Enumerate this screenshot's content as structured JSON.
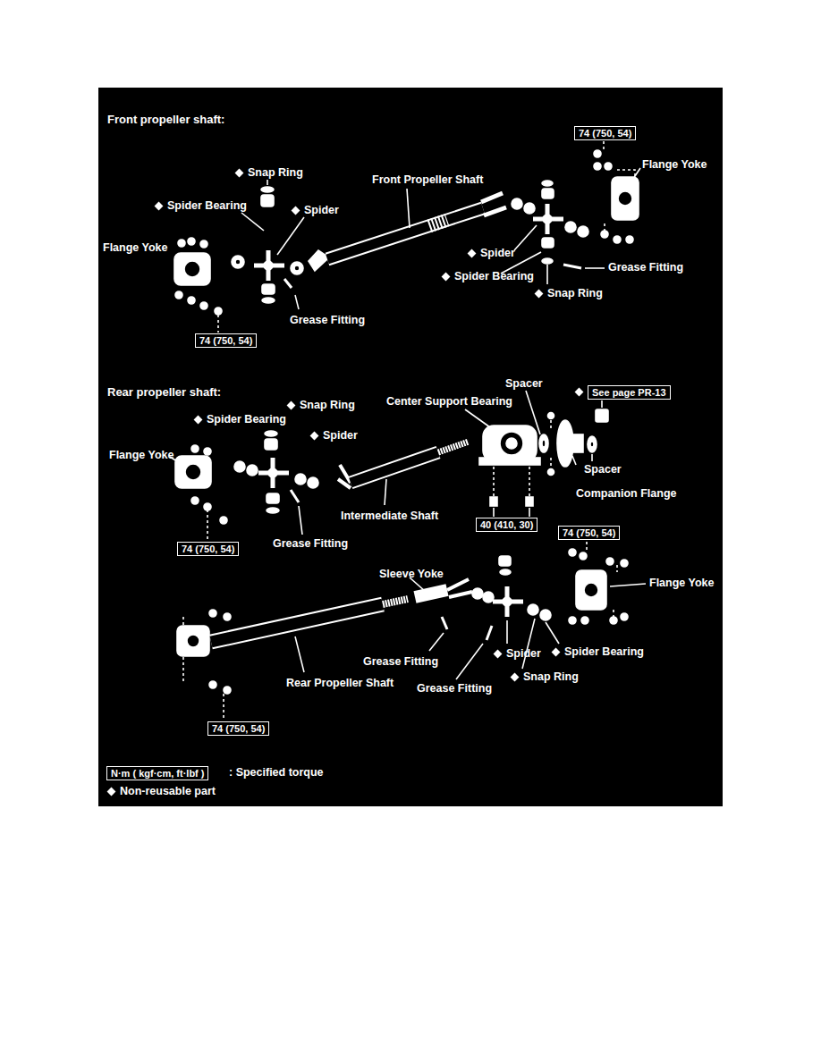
{
  "diagram": {
    "nodes": [
      {
        "text": [
          "74 (750, 54)"
        ]
      },
      {
        "text": [
          "74 (750, 54)"
        ]
      },
      {
        "text": [
          "See page PR-13"
        ]
      },
      {
        "text": [
          "40 (410, 30)"
        ]
      },
      {
        "text": [
          "74 (750, 54)"
        ]
      },
      {
        "text": [
          "74 (750, 54)"
        ]
      },
      {
        "text": [
          "74 (750, 54)"
        ]
      },
      {
        "text": [
          "N·m ( kgf·cm, ft·lbf )"
        ]
      }
    ],
    "edges": [],
    "labels": [
      "Front propeller shaft:",
      "Snap Ring",
      "Spider Bearing",
      "Spider",
      "Front Propeller Shaft",
      "Flange Yoke",
      "Flange Yoke",
      "Spider",
      "Grease Fitting",
      "Spider Bearing",
      "Snap Ring",
      "Grease Fitting",
      "Rear propeller shaft:",
      "Spacer",
      "Center Support Bearing",
      "Snap Ring",
      "Spider Bearing",
      "Spider",
      "Flange Yoke",
      "Spacer",
      "Companion Flange",
      "Intermediate Shaft",
      "Grease Fitting",
      "Sleeve Yoke",
      "Flange Yoke",
      "Spider Bearing",
      "Spider",
      "Grease Fitting",
      "Snap Ring",
      "Grease Fitting",
      "Rear Propeller Shaft",
      ": Specified torque"
    ],
    "legend": [
      {
        "text": "Non-reusable part"
      }
    ]
  }
}
